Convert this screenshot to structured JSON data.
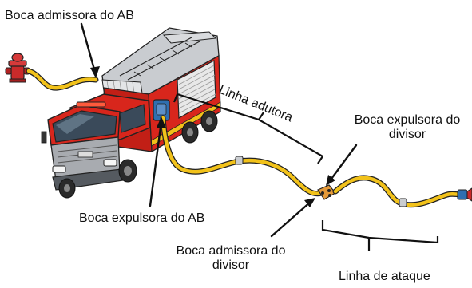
{
  "labels": {
    "boca_admissora_ab": "Boca admissora do AB",
    "linha_adutora": "Linha adutora",
    "boca_expulsora_divisor_line1": "Boca expulsora do",
    "boca_expulsora_divisor_line2": "divisor",
    "boca_expulsora_ab": "Boca expulsora do AB",
    "boca_admissora_divisor_line1": "Boca admissora do",
    "boca_admissora_divisor_line2": "divisor",
    "linha_ataque": "Linha de ataque"
  },
  "colors": {
    "hose": "#f2c21a",
    "truck_red": "#d8261c",
    "hydrant_red": "#c92a2a",
    "nozzle_blue": "#2f6fb0",
    "body_grey": "#b9bcc0",
    "text": "#111111"
  }
}
